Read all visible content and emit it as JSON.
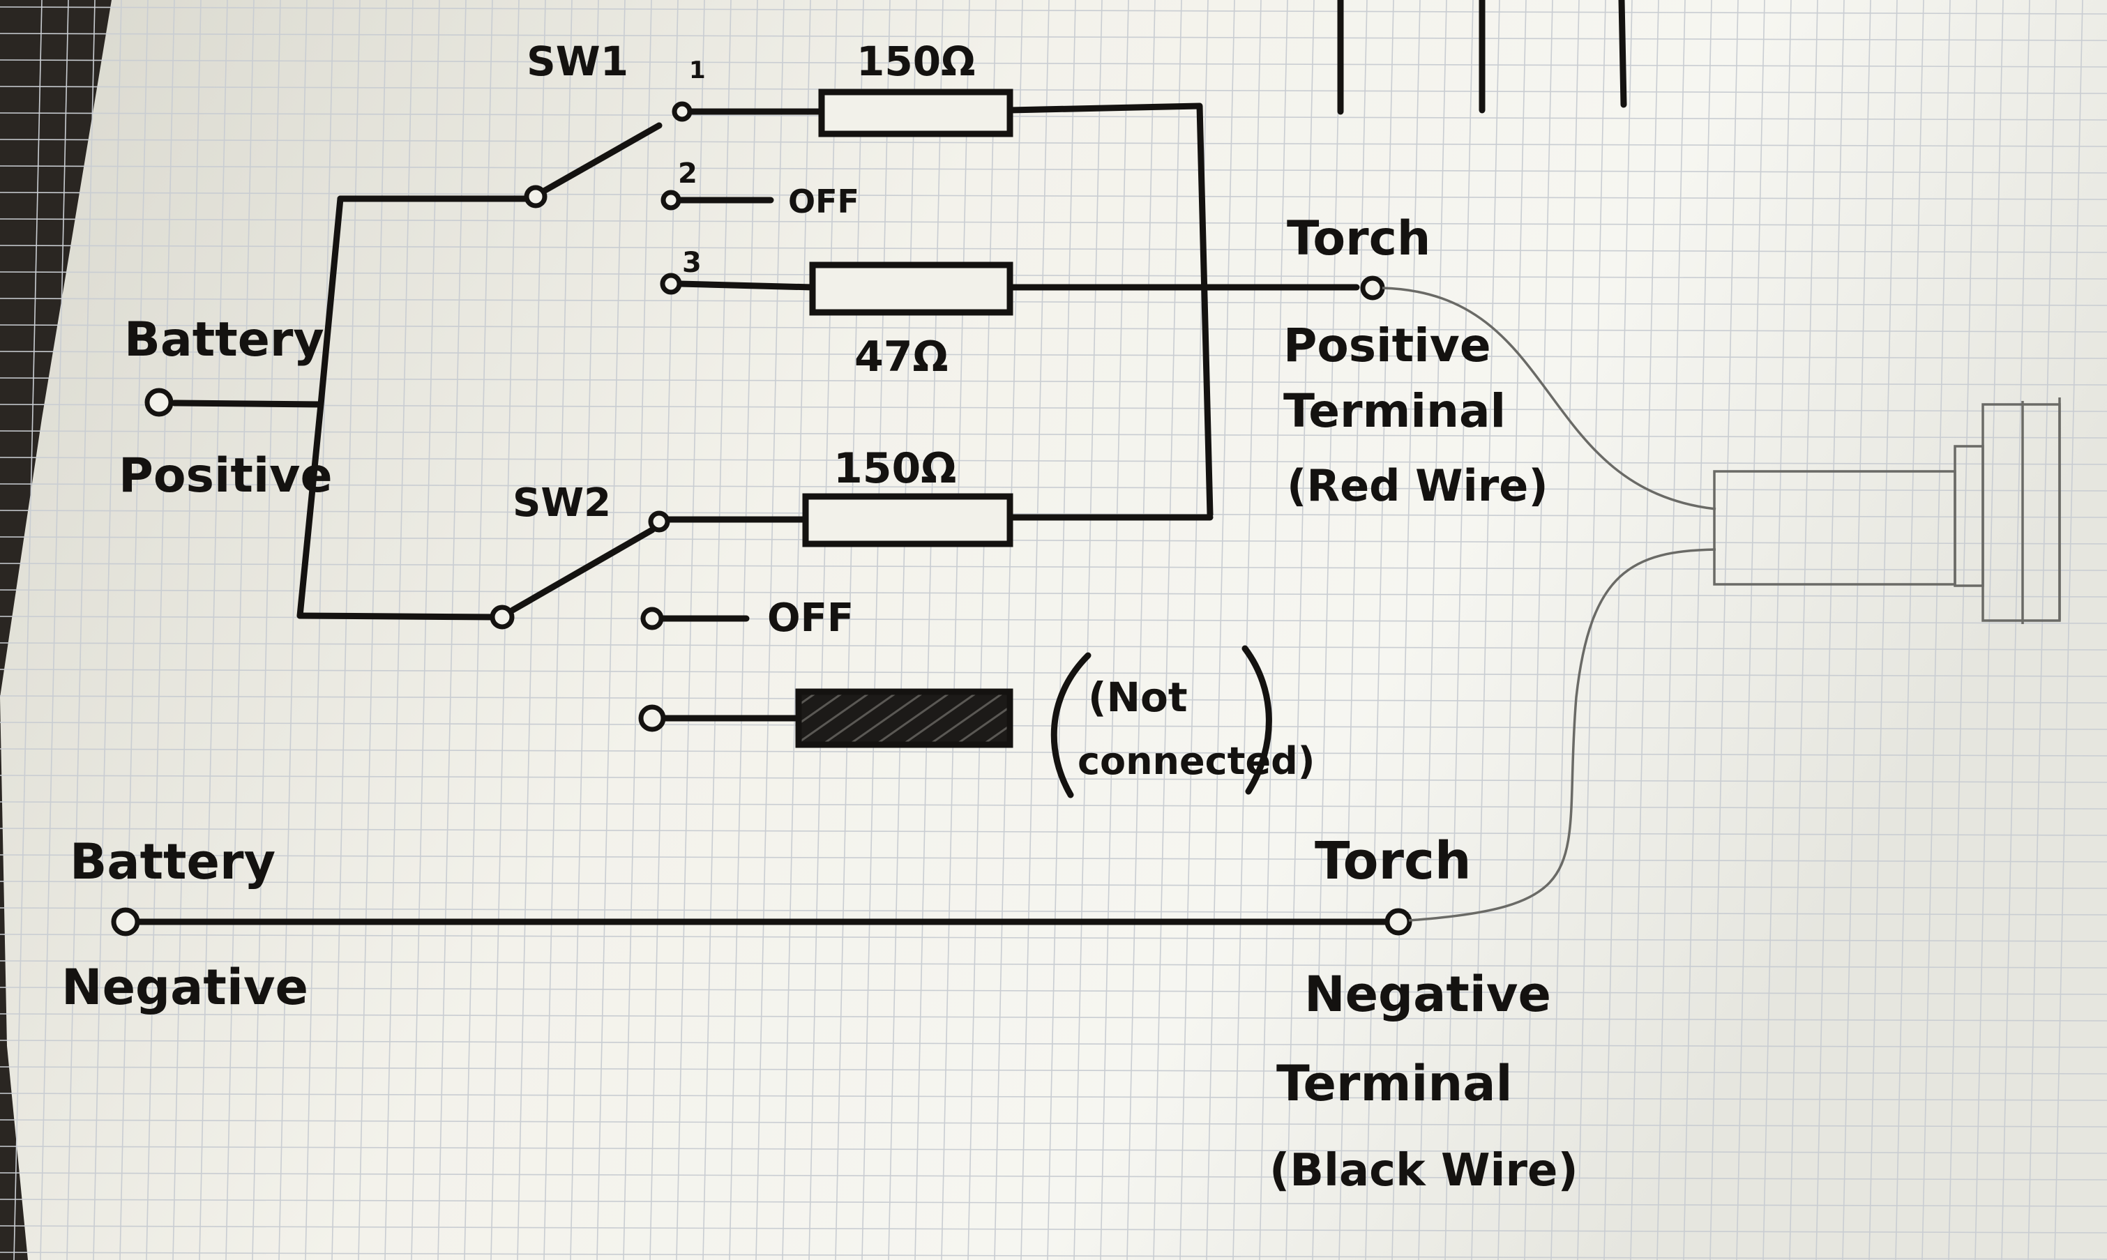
{
  "diagram": {
    "switches": {
      "sw1": {
        "label": "SW1",
        "positions": [
          {
            "number": "1"
          },
          {
            "number": "2",
            "label": "OFF"
          },
          {
            "number": "3"
          }
        ]
      },
      "sw2": {
        "label": "SW2",
        "positions": [
          {
            "number": ""
          },
          {
            "number": "",
            "label": "OFF"
          },
          {
            "number": ""
          }
        ]
      }
    },
    "resistors": {
      "r1": {
        "value": "150Ω"
      },
      "r2": {
        "value": "47Ω"
      },
      "r3": {
        "value": "150Ω"
      },
      "r4": {
        "note_line1": "(Not",
        "note_line2": "connected)"
      }
    },
    "terminals": {
      "battery_positive": {
        "line1": "Battery",
        "line2": "Positive"
      },
      "battery_negative": {
        "line1": "Battery",
        "line2": "Negative"
      },
      "torch_positive": {
        "line1": "Torch",
        "line2": "Positive",
        "line3": "Terminal",
        "line4": "(Red Wire)"
      },
      "torch_negative": {
        "line1": "Torch",
        "line2": "Negative",
        "line3": "Terminal",
        "line4": "(Black Wire)"
      }
    },
    "colors": {
      "paper": "#efeee6",
      "ink": "#141210",
      "grid": "#c9cdd2",
      "pencil": "#6a6a66",
      "desk": "#2a2622"
    }
  }
}
